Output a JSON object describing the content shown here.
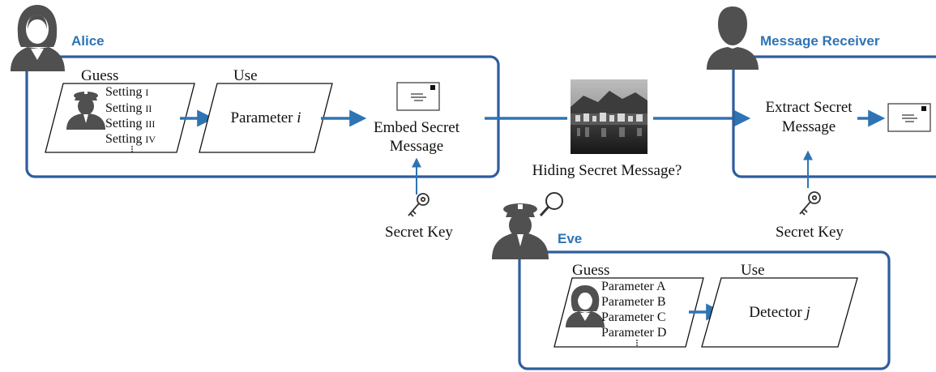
{
  "colors": {
    "accent_blue": "#2e74b5",
    "frame_blue": "#2f5d9c",
    "icon_gray": "#505050",
    "text": "#111111"
  },
  "alice": {
    "name": "Alice",
    "guess_label": "Guess",
    "settings": [
      {
        "word": "Setting",
        "numeral": "I"
      },
      {
        "word": "Setting",
        "numeral": "II"
      },
      {
        "word": "Setting",
        "numeral": "III"
      },
      {
        "word": "Setting",
        "numeral": "IV"
      }
    ],
    "use_label": "Use",
    "parameter_word": "Parameter",
    "parameter_var": "i",
    "embed_line1": "Embed Secret",
    "embed_line2": "Message",
    "secret_key": "Secret Key"
  },
  "channel": {
    "caption": "Hiding Secret Message?"
  },
  "receiver": {
    "name": "Message Receiver",
    "extract_line1": "Extract Secret",
    "extract_line2": "Message",
    "secret_key": "Secret Key"
  },
  "eve": {
    "name": "Eve",
    "guess_label": "Guess",
    "parameters": [
      "Parameter A",
      "Parameter B",
      "Parameter C",
      "Parameter D"
    ],
    "use_label": "Use",
    "detector_word": "Detector",
    "detector_var": "j"
  },
  "icons": {
    "alice_avatar": "woman-user-icon",
    "receiver_avatar": "man-user-icon",
    "eve_avatar": "police-officer-icon",
    "magnifier": "magnifying-glass-icon",
    "envelope": "envelope-icon",
    "key": "key-icon",
    "photo": "harbor-photo"
  }
}
